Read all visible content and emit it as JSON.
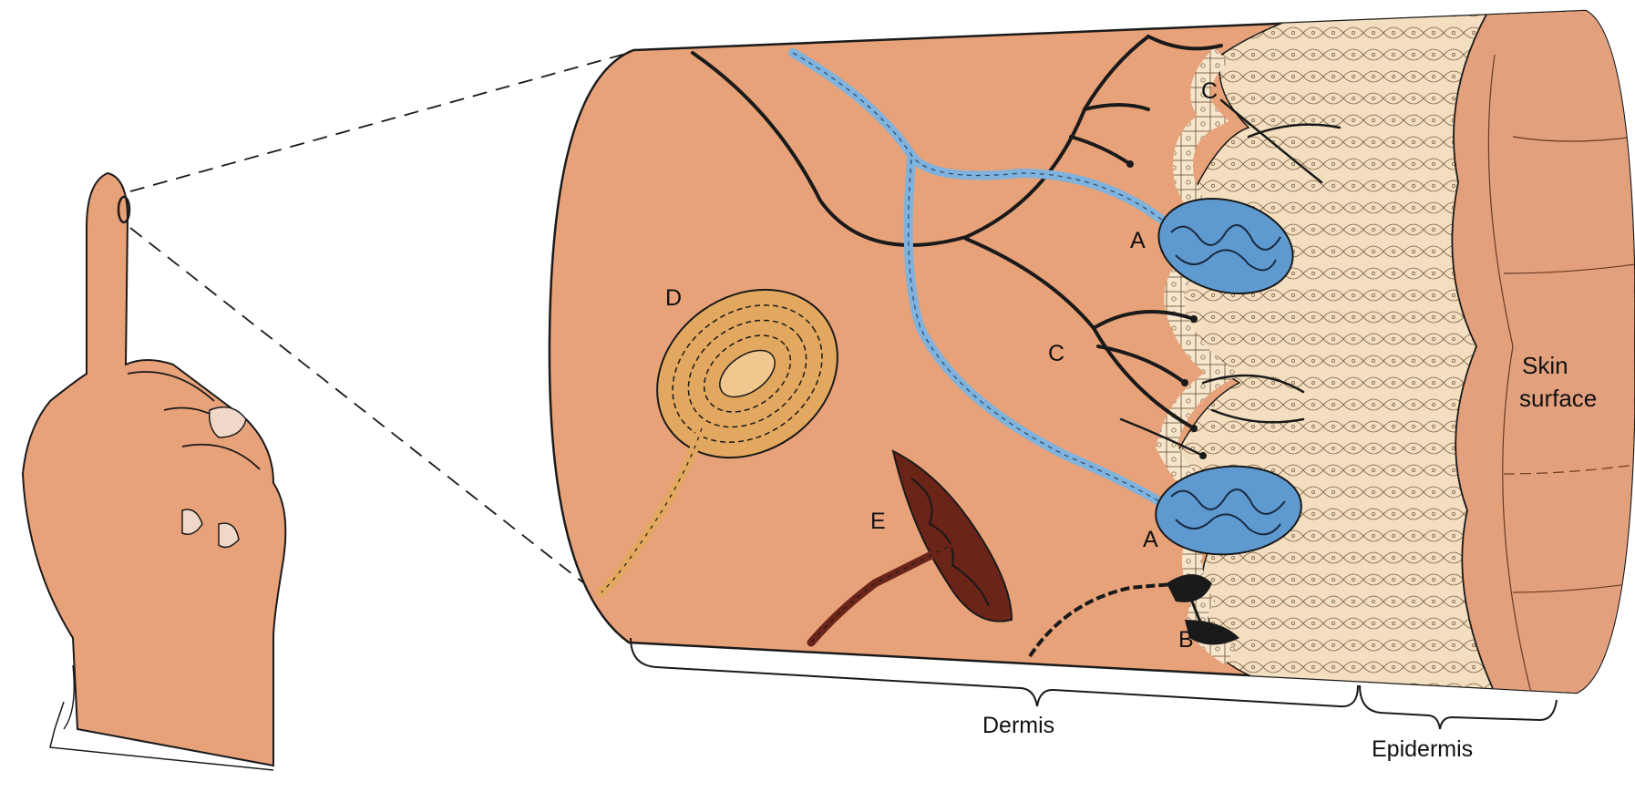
{
  "labels": {
    "a": "A",
    "b": "B",
    "c": "C",
    "d": "D",
    "e": "E",
    "dermis": "Dermis",
    "epidermis": "Epidermis",
    "skin_surface_line1": "Skin",
    "skin_surface_line2": "surface"
  },
  "colors": {
    "skin": "#e8a27a",
    "skin_dark": "#d88f66",
    "epidermis_cells": "#f3dfc0",
    "nerve_blue": "#7fb2dd",
    "corpuscle_blue": "#5e9ad0",
    "pacinian": "#e3a860",
    "ruffini": "#6b2418",
    "outline": "#1a1a1a"
  }
}
